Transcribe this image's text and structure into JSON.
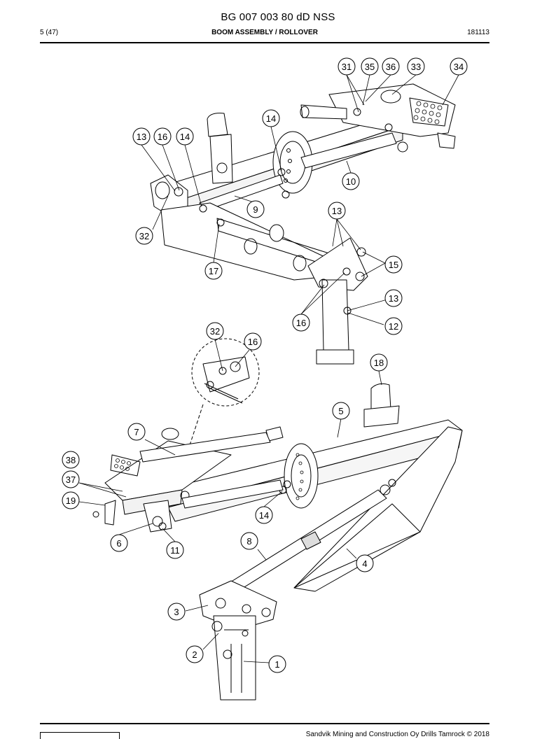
{
  "header": {
    "doc_id": "BG 007 003 80 dD NSS",
    "page": "5 (47)",
    "section": "BOOM ASSEMBLY / ROLLOVER",
    "date": "181113"
  },
  "footer": {
    "copyright": "Sandvik Mining and Construction Oy Drills Tamrock © 2018"
  },
  "callouts": {
    "c31": "31",
    "c35": "35",
    "c36": "36",
    "c33": "33",
    "c34": "34",
    "c14a": "14",
    "c13a": "13",
    "c16a": "16",
    "c14b": "14",
    "c10": "10",
    "c9": "9",
    "c13b": "13",
    "c32a": "32",
    "c15": "15",
    "c17": "17",
    "c13c": "13",
    "c16b": "16",
    "c12": "12",
    "c32b": "32",
    "c16c": "16",
    "c18": "18",
    "c5": "5",
    "c7": "7",
    "c38": "38",
    "c37": "37",
    "c19": "19",
    "c14c": "14",
    "c6": "6",
    "c11": "11",
    "c8": "8",
    "c4": "4",
    "c3": "3",
    "c2": "2",
    "c1": "1"
  }
}
